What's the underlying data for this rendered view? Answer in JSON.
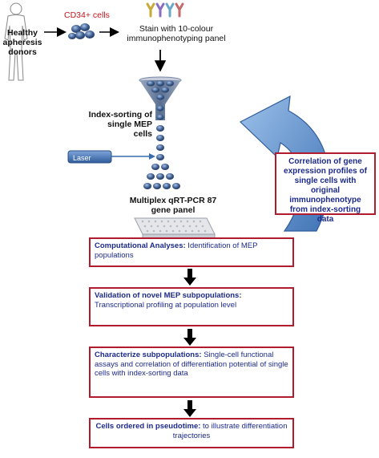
{
  "top": {
    "donor_label": "Healthy apheresis donors",
    "cells_label": "CD34+ cells",
    "stain_label": "Stain with 10-colour immunophenotyping panel"
  },
  "sorting": {
    "index_label": "Index-sorting of single MEP cells",
    "laser_label": "Laser",
    "qpcr_label": "Multiplex qRT-PCR 87 gene panel"
  },
  "correlation": {
    "text": "Correlation of gene expression profiles of single cells with original immunophenotype from index-sorting data"
  },
  "steps": [
    {
      "bold": "Computational Analyses:",
      "rest": " Identification of MEP populations"
    },
    {
      "bold": "Validation of novel MEP subpopulations:",
      "rest": " Transcriptional profiling at population level"
    },
    {
      "bold": "Characterize subpopulations:",
      "rest": " Single-cell functional assays and correlation of differentiation potential of single cells with index-sorting data"
    },
    {
      "bold": "Cells ordered in pseudotime:",
      "rest": " to illustrate differentiation trajectories"
    }
  ],
  "colors": {
    "box_border": "#b01c2e",
    "box_text": "#1c2a8a",
    "cd34_text": "#c0151b",
    "curved_arrow_fill": "#4f86c6",
    "funnel": "#5b6f8f",
    "cell_fill": "#2e4a78"
  }
}
